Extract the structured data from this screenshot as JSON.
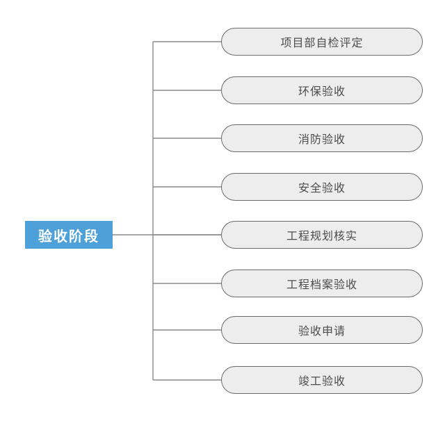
{
  "diagram": {
    "root": {
      "label": "验收阶段"
    },
    "children": [
      {
        "label": "项目部自检评定"
      },
      {
        "label": "环保验收"
      },
      {
        "label": "消防验收"
      },
      {
        "label": "安全验收"
      },
      {
        "label": "工程规划核实"
      },
      {
        "label": "工程档案验收"
      },
      {
        "label": "验收申请"
      },
      {
        "label": "竣工验收"
      }
    ],
    "colors": {
      "background": "#ffffff",
      "root_bg": "#4da0d8",
      "root_text": "#ffffff",
      "node_bg": "#ededed",
      "node_border": "#6a6a6a",
      "node_text": "#4c4c4c",
      "connector": "#8a8a8a"
    }
  }
}
